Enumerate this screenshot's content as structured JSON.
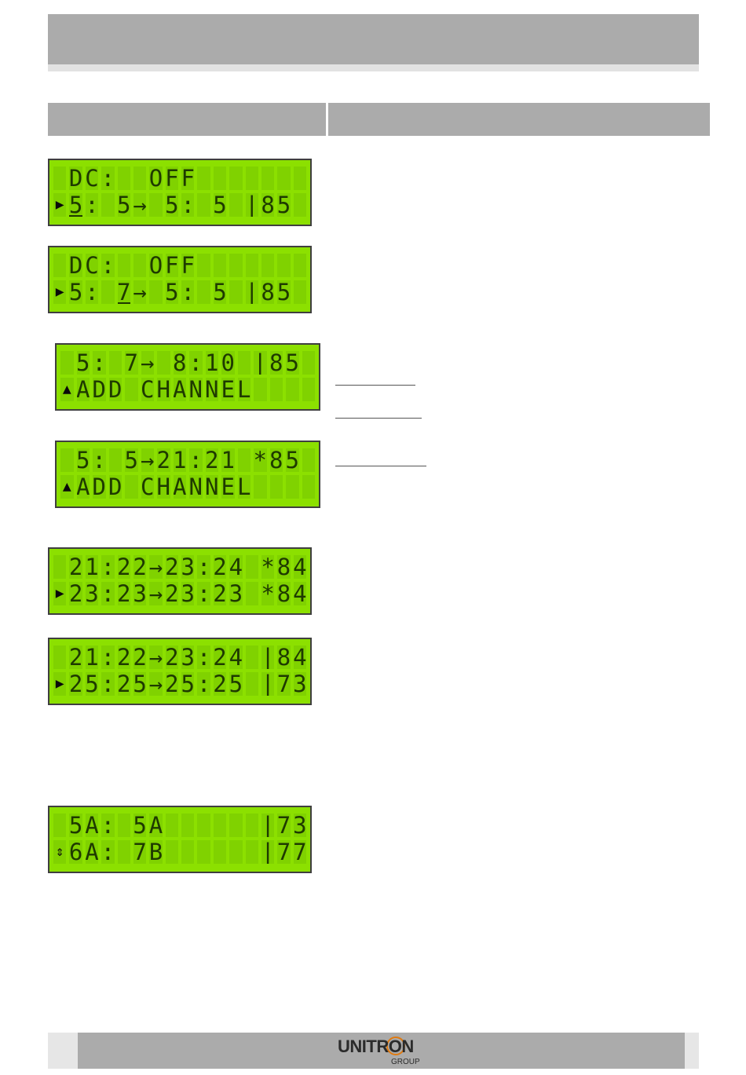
{
  "displays": [
    {
      "rows": [
        [
          "",
          "D",
          "C",
          ":",
          "",
          " ",
          "O",
          "F",
          "F",
          "",
          "",
          "",
          "",
          "",
          "",
          ""
        ],
        [
          "▶",
          "5",
          ":",
          "",
          "5",
          "→",
          "",
          "5",
          ":",
          "",
          "5",
          "",
          "|",
          "8",
          "5",
          ""
        ]
      ],
      "cursor": {
        "row": 1,
        "col": 1
      }
    },
    {
      "rows": [
        [
          "",
          "D",
          "C",
          ":",
          "",
          " ",
          "O",
          "F",
          "F",
          "",
          "",
          "",
          "",
          "",
          "",
          ""
        ],
        [
          "▶",
          "5",
          ":",
          "",
          "7",
          "→",
          "",
          "5",
          ":",
          "",
          "5",
          "",
          "|",
          "8",
          "5",
          ""
        ]
      ],
      "cursor": {
        "row": 1,
        "col": 4
      }
    },
    {
      "rows": [
        [
          "",
          "5",
          ":",
          "",
          "7",
          "→",
          "",
          "8",
          ":",
          "1",
          "0",
          "",
          "|",
          "8",
          "5",
          ""
        ],
        [
          "▲",
          "A",
          "D",
          "D",
          "",
          "C",
          "H",
          "A",
          "N",
          "N",
          "E",
          "L",
          "",
          "",
          "",
          ""
        ]
      ]
    },
    {
      "rows": [
        [
          "",
          "5",
          ":",
          "",
          "5",
          "→",
          "2",
          "1",
          ":",
          "2",
          "1",
          "",
          "*",
          "8",
          "5",
          ""
        ],
        [
          "▲",
          "A",
          "D",
          "D",
          "",
          "C",
          "H",
          "A",
          "N",
          "N",
          "E",
          "L",
          "",
          "",
          "",
          ""
        ]
      ]
    },
    {
      "rows": [
        [
          "",
          "2",
          "1",
          ":",
          "2",
          "2",
          "→",
          "2",
          "3",
          ":",
          "2",
          "4",
          "",
          "*",
          "8",
          "4"
        ],
        [
          "▶",
          "2",
          "3",
          ":",
          "2",
          "3",
          "→",
          "2",
          "3",
          ":",
          "2",
          "3",
          "",
          "*",
          "8",
          "4"
        ]
      ]
    },
    {
      "rows": [
        [
          "",
          "2",
          "1",
          ":",
          "2",
          "2",
          "→",
          "2",
          "3",
          ":",
          "2",
          "4",
          "",
          "|",
          "8",
          "4"
        ],
        [
          "▶",
          "2",
          "5",
          ":",
          "2",
          "5",
          "→",
          "2",
          "5",
          ":",
          "2",
          "5",
          "",
          "|",
          "7",
          "3"
        ]
      ]
    },
    {
      "rows": [
        [
          "",
          "5",
          "A",
          ":",
          "",
          "5",
          "A",
          "",
          "",
          "",
          "",
          "",
          "",
          "|",
          "7",
          "3"
        ],
        [
          "⇕",
          "6",
          "A",
          ":",
          "",
          "7",
          "B",
          "",
          "",
          "",
          "",
          "",
          "",
          "|",
          "7",
          "7"
        ]
      ]
    }
  ],
  "footer": {
    "logo_text": "UNITRON",
    "logo_sub": "GROUP"
  },
  "colors": {
    "lcd_background": "#8ce000",
    "banner": "#ababab",
    "logo_accent": "#e07a10"
  }
}
